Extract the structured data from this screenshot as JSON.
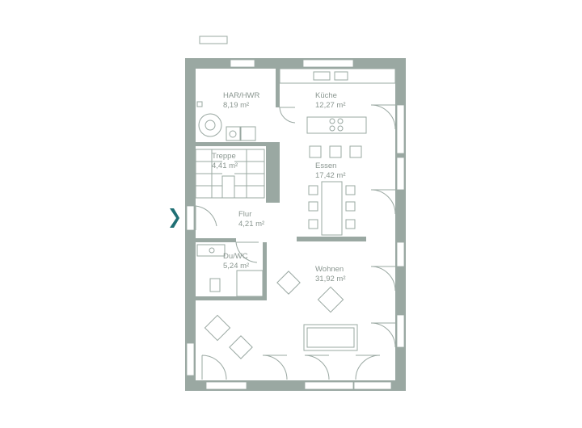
{
  "rooms": [
    {
      "id": "har",
      "name": "HAR/HWR",
      "area": "8,19 m²"
    },
    {
      "id": "kueche",
      "name": "Küche",
      "area": "12,27 m²"
    },
    {
      "id": "treppe",
      "name": "Treppe",
      "area": "4,41 m²"
    },
    {
      "id": "essen",
      "name": "Essen",
      "area": "17,42 m²"
    },
    {
      "id": "flur",
      "name": "Flur",
      "area": "4,21 m²"
    },
    {
      "id": "duwc",
      "name": "Du/WC",
      "area": "5,24 m²"
    },
    {
      "id": "wohnen",
      "name": "Wohnen",
      "area": "31,92 m²"
    }
  ],
  "colors": {
    "wall": "#9aa8a2",
    "window": "#ffffff",
    "line": "#9aa8a2",
    "entrance_marker": "#1f6f74",
    "label": "#8a9690"
  }
}
